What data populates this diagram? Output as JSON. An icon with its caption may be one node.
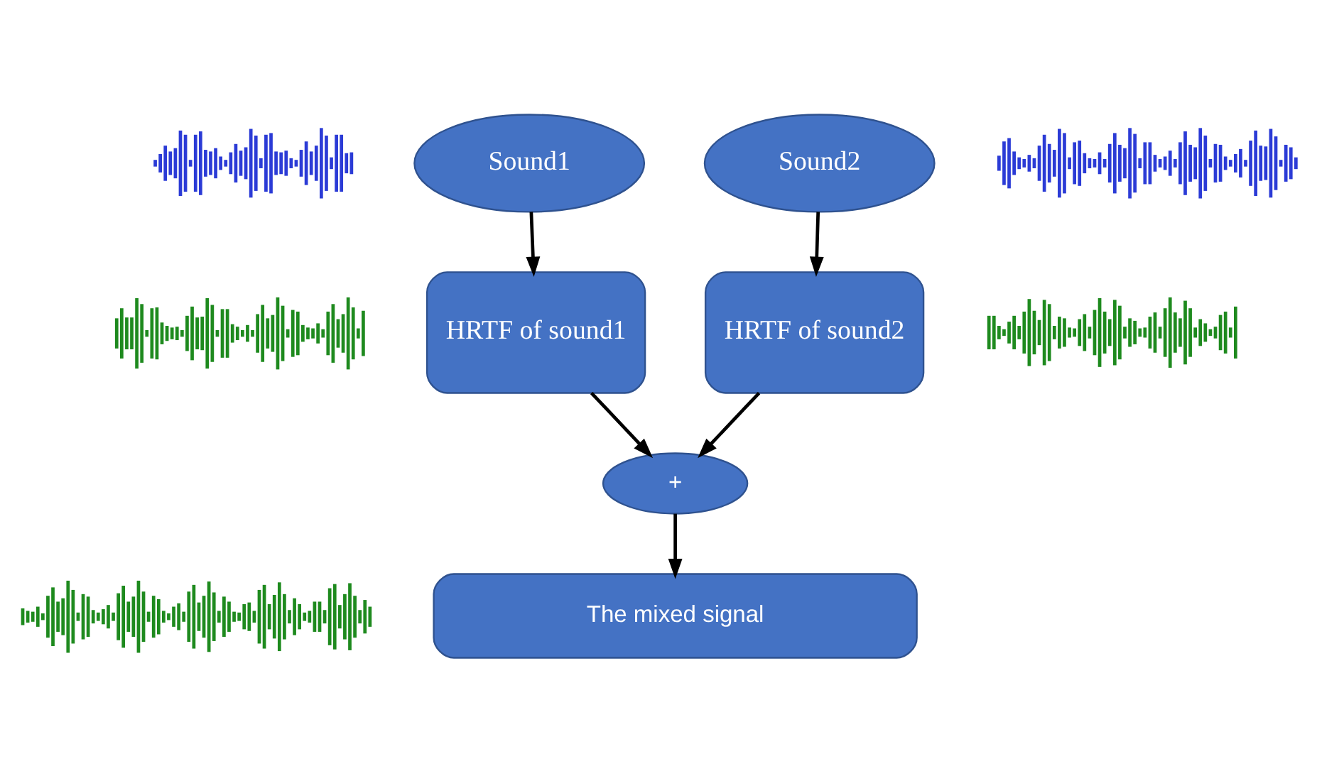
{
  "diagram": {
    "nodes": [
      {
        "text": [],
        "shape": "picture"
      },
      {
        "text": [
          "Sound1"
        ]
      },
      {
        "text": [
          "Sound2"
        ]
      },
      {
        "text": [],
        "shape": "picture"
      },
      {
        "text": [],
        "shape": "picture"
      },
      {
        "text": [
          "HRTF of sound1"
        ]
      },
      {
        "text": [
          "HRTF of sound2"
        ]
      },
      {
        "text": [],
        "shape": "picture"
      },
      {
        "text": [
          "+"
        ]
      },
      {
        "text": [],
        "shape": "picture"
      },
      {
        "text": [
          "The mixed signal"
        ]
      }
    ],
    "edges": [
      {
        "from": 1,
        "to": 5,
        "arrow": "to"
      },
      {
        "from": 2,
        "to": 6,
        "arrow": "to"
      },
      {
        "from": 5,
        "to": 8,
        "arrow": "to"
      },
      {
        "from": 6,
        "to": 8,
        "arrow": "to"
      },
      {
        "from": 8,
        "to": 10,
        "arrow": "to"
      }
    ]
  }
}
